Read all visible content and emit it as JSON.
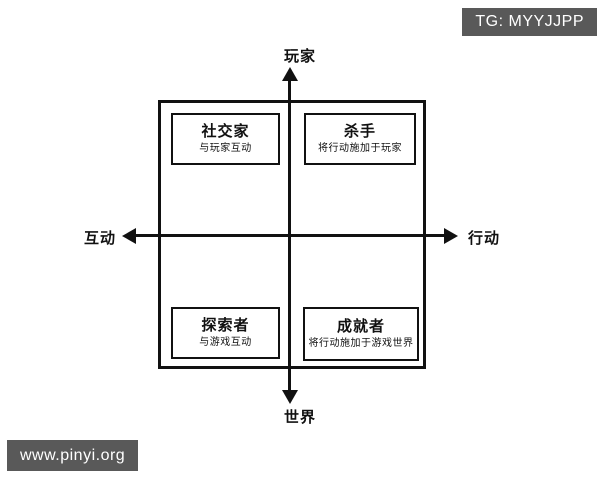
{
  "watermarks": {
    "telegram": "TG: MYYJJPP",
    "website": "www.pinyi.org"
  },
  "colors": {
    "background": "#ffffff",
    "line": "#111111",
    "badge_bg": "#595959",
    "badge_text": "#ffffff"
  },
  "diagram": {
    "type": "quadrant",
    "axes": {
      "top": "玩家",
      "bottom": "世界",
      "left": "互动",
      "right": "行动"
    },
    "quadrants": [
      {
        "position": "top-left",
        "title": "社交家",
        "subtitle": "与玩家互动"
      },
      {
        "position": "top-right",
        "title": "杀手",
        "subtitle": "将行动施加于玩家"
      },
      {
        "position": "bottom-left",
        "title": "探索者",
        "subtitle": "与游戏互动"
      },
      {
        "position": "bottom-right",
        "title": "成就者",
        "subtitle": "将行动施加于游戏世界"
      }
    ]
  }
}
